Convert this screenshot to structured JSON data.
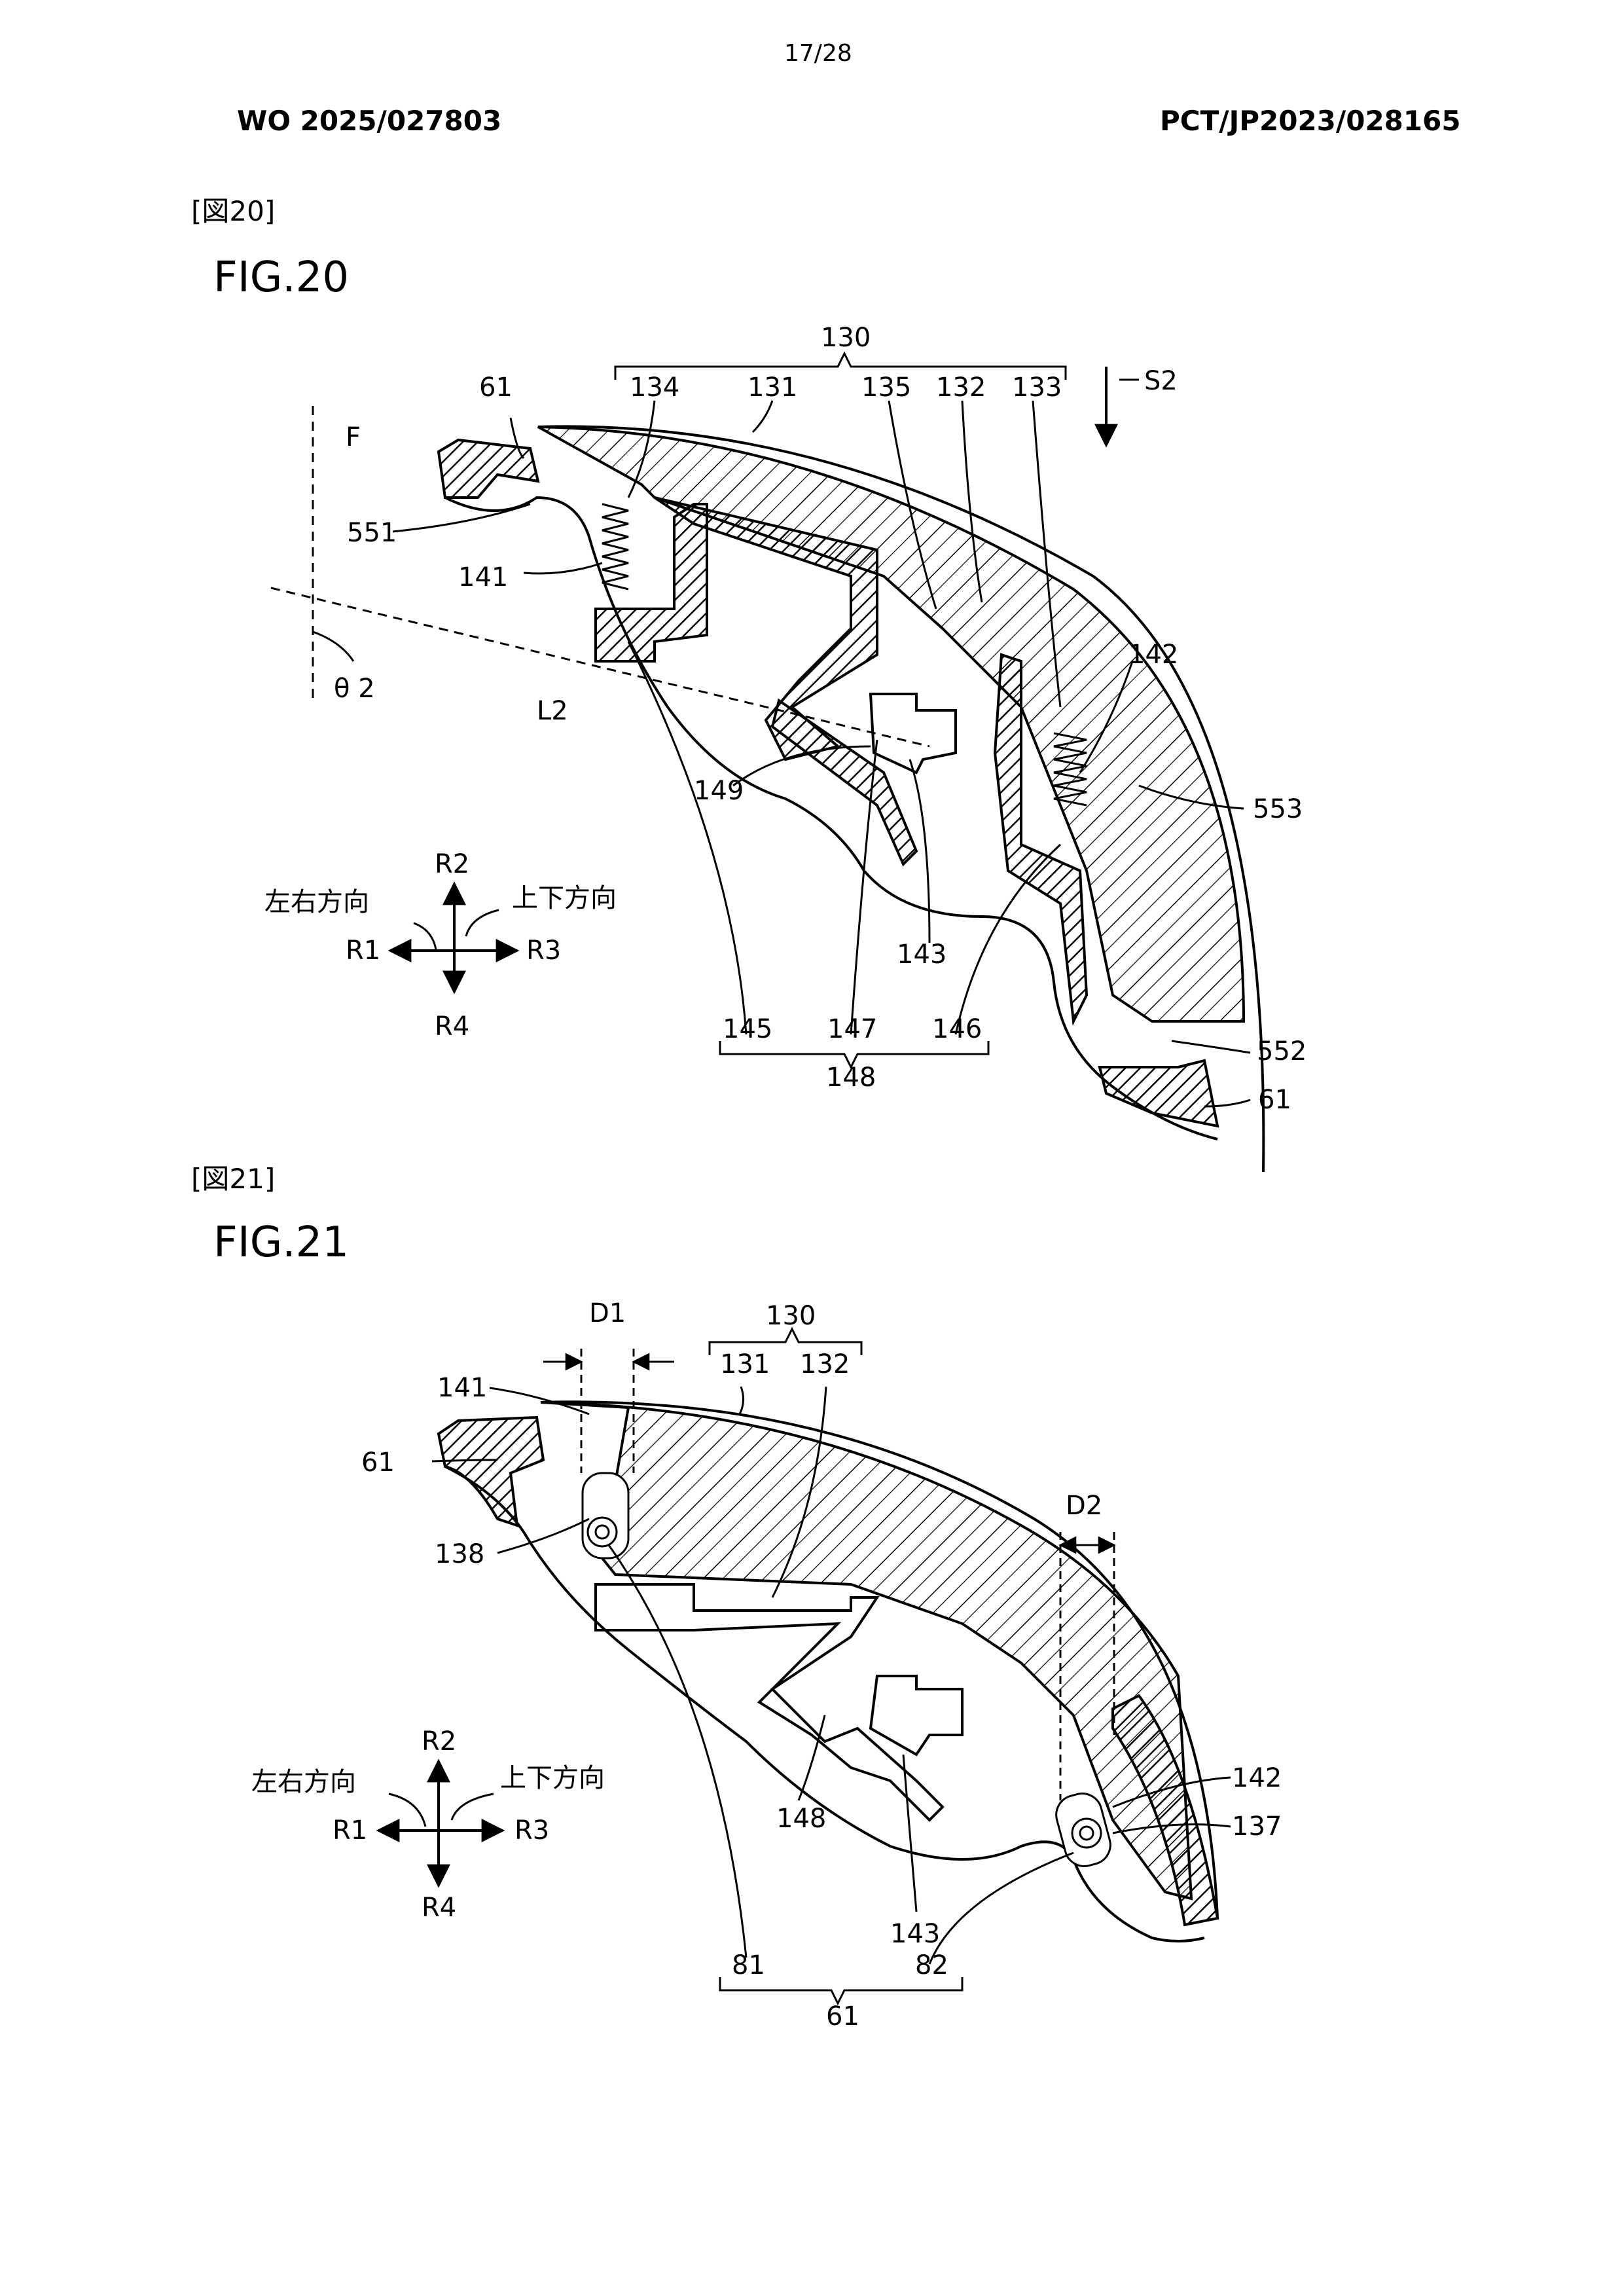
{
  "header": {
    "page_number": "17/28",
    "pub_number": "WO 2025/027803",
    "app_number": "PCT/JP2023/028165"
  },
  "fig20": {
    "tag": "[図20]",
    "title": "FIG.20",
    "labels": {
      "l130": "130",
      "l134": "134",
      "l131": "131",
      "l135": "135",
      "l132": "132",
      "l133": "133",
      "lS2": "S2",
      "l61a": "61",
      "lF": "F",
      "l551": "551",
      "l141": "141",
      "ltheta": "θ 2",
      "lL2": "L2",
      "l142": "142",
      "l149": "149",
      "l553": "553",
      "lR2": "R2",
      "lLR": "左右方向",
      "lUD": "上下方向",
      "lR1": "R1",
      "lR3": "R3",
      "lR4": "R4",
      "l143": "143",
      "l145": "145",
      "l147": "147",
      "l146": "146",
      "l148": "148",
      "l552": "552",
      "l61b": "61"
    }
  },
  "fig21": {
    "tag": "[図21]",
    "title": "FIG.21",
    "labels": {
      "lD1": "D1",
      "l130": "130",
      "l131": "131",
      "l132": "132",
      "l141": "141",
      "l61a": "61",
      "l138": "138",
      "lD2": "D2",
      "l142": "142",
      "l137": "137",
      "lR2": "R2",
      "lLR": "左右方向",
      "lUD": "上下方向",
      "lR1": "R1",
      "lR3": "R3",
      "lR4": "R4",
      "l148": "148",
      "l143": "143",
      "l81": "81",
      "l82": "82",
      "l61b": "61"
    }
  }
}
